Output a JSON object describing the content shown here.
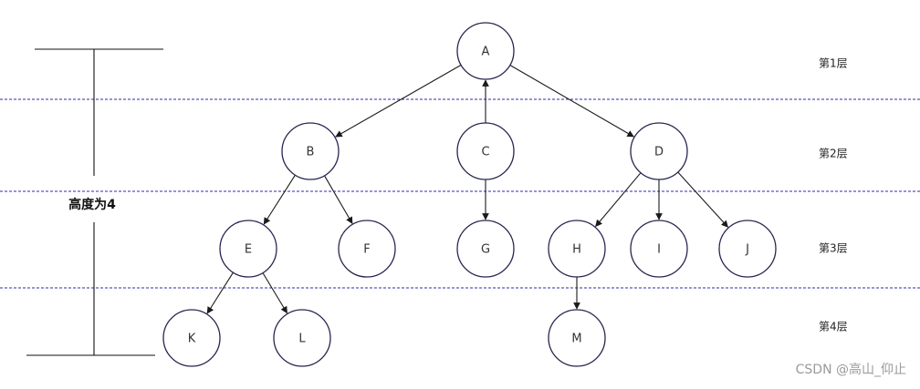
{
  "nodes": [
    {
      "id": "A",
      "label": "A"
    },
    {
      "id": "B",
      "label": "B"
    },
    {
      "id": "C",
      "label": "C"
    },
    {
      "id": "D",
      "label": "D"
    },
    {
      "id": "E",
      "label": "E"
    },
    {
      "id": "F",
      "label": "F"
    },
    {
      "id": "G",
      "label": "G"
    },
    {
      "id": "H",
      "label": "H"
    },
    {
      "id": "I",
      "label": "I"
    },
    {
      "id": "J",
      "label": "J"
    },
    {
      "id": "K",
      "label": "K"
    },
    {
      "id": "L",
      "label": "L"
    },
    {
      "id": "M",
      "label": "M"
    }
  ],
  "edges": [
    {
      "from": "A",
      "to": "B"
    },
    {
      "from": "C",
      "to": "A"
    },
    {
      "from": "A",
      "to": "D"
    },
    {
      "from": "B",
      "to": "E"
    },
    {
      "from": "B",
      "to": "F"
    },
    {
      "from": "C",
      "to": "G"
    },
    {
      "from": "D",
      "to": "H"
    },
    {
      "from": "D",
      "to": "I"
    },
    {
      "from": "D",
      "to": "J"
    },
    {
      "from": "E",
      "to": "K"
    },
    {
      "from": "E",
      "to": "L"
    },
    {
      "from": "H",
      "to": "M"
    }
  ],
  "levels": [
    {
      "label": "第1层"
    },
    {
      "label": "第2层"
    },
    {
      "label": "第3层"
    },
    {
      "label": "第4层"
    }
  ],
  "height_label": "高度为4",
  "watermark": "CSDN @高山_仰止",
  "colors": {
    "node_stroke": "#262650",
    "divider": "#2b2bb0",
    "arrow": "#1a1a1a"
  }
}
